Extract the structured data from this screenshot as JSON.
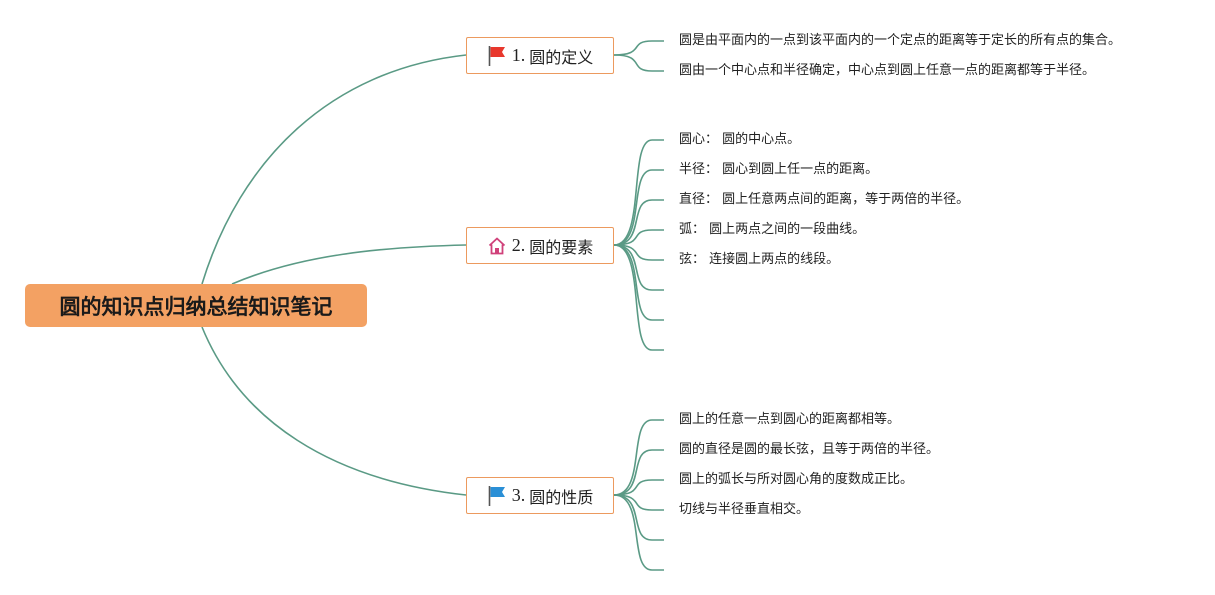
{
  "root": {
    "title": "圆的知识点归纳总结知识笔记"
  },
  "branches": [
    {
      "number": "1.",
      "label": "圆的定义",
      "icon": "red-flag-icon",
      "leaves": [
        "圆是由平面内的一点到该平面内的一个定点的距离等于定长的所有点的集合。",
        "圆由一个中心点和半径确定，中心点到圆上任意一点的距离都等于半径。"
      ]
    },
    {
      "number": "2.",
      "label": "圆的要素",
      "icon": "house-icon",
      "leaves": [
        "圆心： 圆的中心点。",
        "半径： 圆心到圆上任一点的距离。",
        "直径： 圆上任意两点间的距离，等于两倍的半径。",
        "弧： 圆上两点之间的一段曲线。",
        "弦： 连接圆上两点的线段。",
        "",
        "",
        ""
      ]
    },
    {
      "number": "3.",
      "label": "圆的性质",
      "icon": "blue-flag-icon",
      "leaves": [
        "圆上的任意一点到圆心的距离都相等。",
        "圆的直径是圆的最长弦，且等于两倍的半径。",
        "圆上的弧长与所对圆心角的度数成正比。",
        "切线与半径垂直相交。",
        "",
        ""
      ]
    }
  ],
  "colors": {
    "root_fill": "#f3a163",
    "branch_border": "#ec9a5e",
    "connector": "#5a9a85",
    "red_flag": "#e8372c",
    "blue_flag": "#2a8fd6",
    "house": "#d0417a"
  }
}
